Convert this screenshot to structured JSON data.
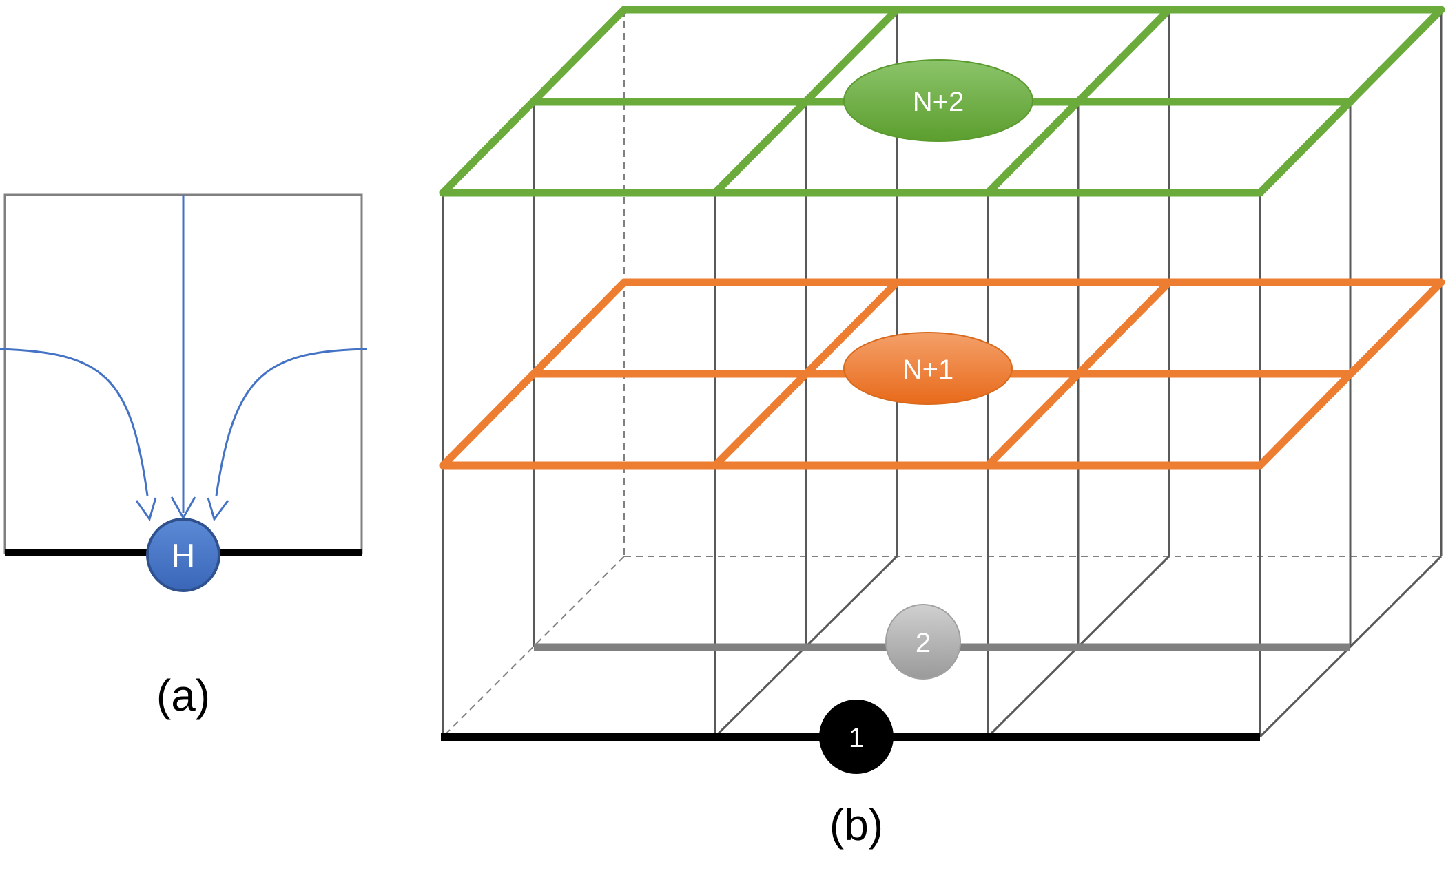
{
  "panel_a": {
    "caption": "(a)",
    "node_label": "H",
    "colors": {
      "node": "#4472c4",
      "arrows": "#4472c4",
      "frame": "#808080",
      "base": "#000000"
    }
  },
  "panel_b": {
    "caption": "(b)",
    "layers": [
      {
        "label": "N+2",
        "color": "#6aab3c"
      },
      {
        "label": "N+1",
        "color": "#ed7d31"
      },
      {
        "label": "2",
        "color": "#a6a6a6"
      },
      {
        "label": "1",
        "color": "#000000"
      }
    ],
    "colors": {
      "grid": "#595959",
      "hidden": "#808080"
    }
  }
}
